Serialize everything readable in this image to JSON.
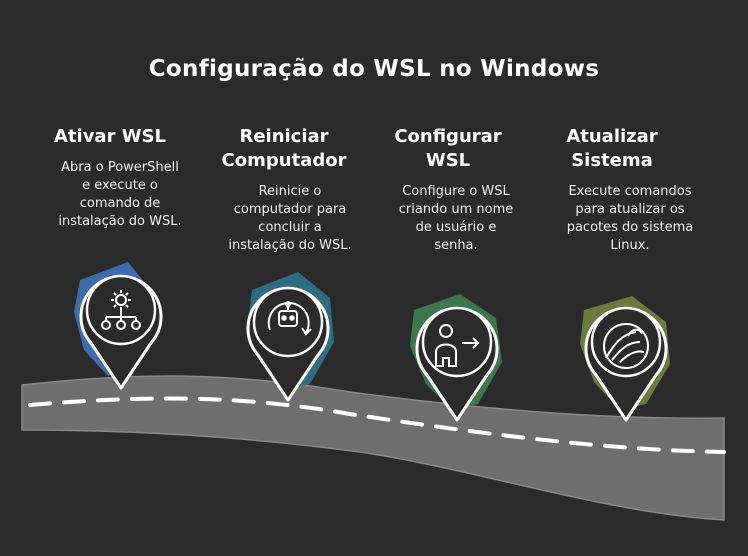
{
  "title": "Configuração do WSL no Windows",
  "steps": [
    {
      "title": "Ativar WSL",
      "description": "Abra o PowerShell\ne execute o\ncomando de\ninstalação do WSL.",
      "icon": "hierarchy-gear-icon",
      "accent": "#3f6fb3"
    },
    {
      "title": "Reiniciar\nComputador",
      "description": "Reinicie o\ncomputador para\nconcluir a\ninstalação do WSL.",
      "icon": "robot-restart-icon",
      "accent": "#2f6f86"
    },
    {
      "title": "Configurar\nWSL",
      "description": "Configure o WSL\ncriando um nome\nde usuário e\nsenha.",
      "icon": "user-arrow-icon",
      "accent": "#3f7a52"
    },
    {
      "title": "Atualizar\nSistema",
      "description": "Execute comandos\npara atualizar os\npacotes do sistema\nLinux.",
      "icon": "linux-logo-icon",
      "accent": "#6f7f3f"
    }
  ],
  "colors": {
    "background": "#2b2b2b",
    "road": "#6e6e6e",
    "road_edge": "#8a8a8a",
    "marker": "#ffffff"
  }
}
